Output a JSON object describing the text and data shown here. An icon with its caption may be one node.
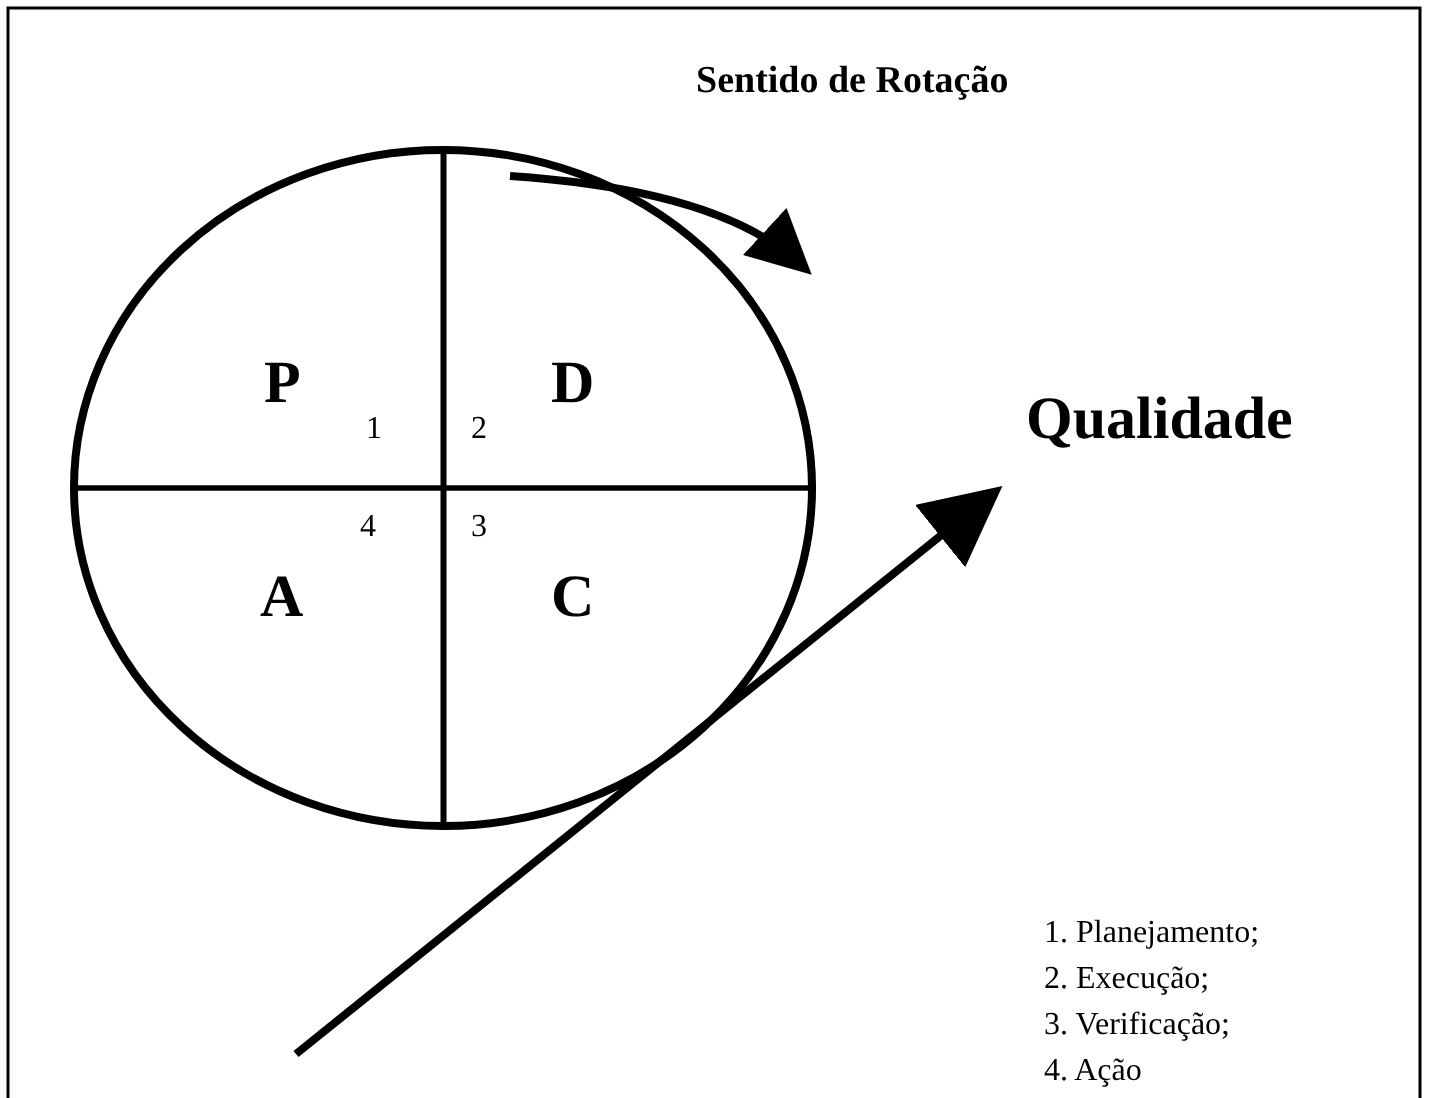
{
  "diagram": {
    "nodes": [
      {
        "text": [],
        "shape": "circle"
      },
      {
        "text": [
          "P",
          "1"
        ],
        "in": 0
      },
      {
        "text": [
          "D",
          "2"
        ],
        "in": 0
      },
      {
        "text": [
          "A",
          "4"
        ],
        "in": 0
      },
      {
        "text": [
          "C",
          "3"
        ],
        "in": 0
      }
    ],
    "edges": [],
    "labels": [
      "Sentido de Rotação",
      "Qualidade",
      "1. Planejamento;",
      "2. Execução;",
      "3. Verificação;",
      "4. Ação"
    ]
  }
}
